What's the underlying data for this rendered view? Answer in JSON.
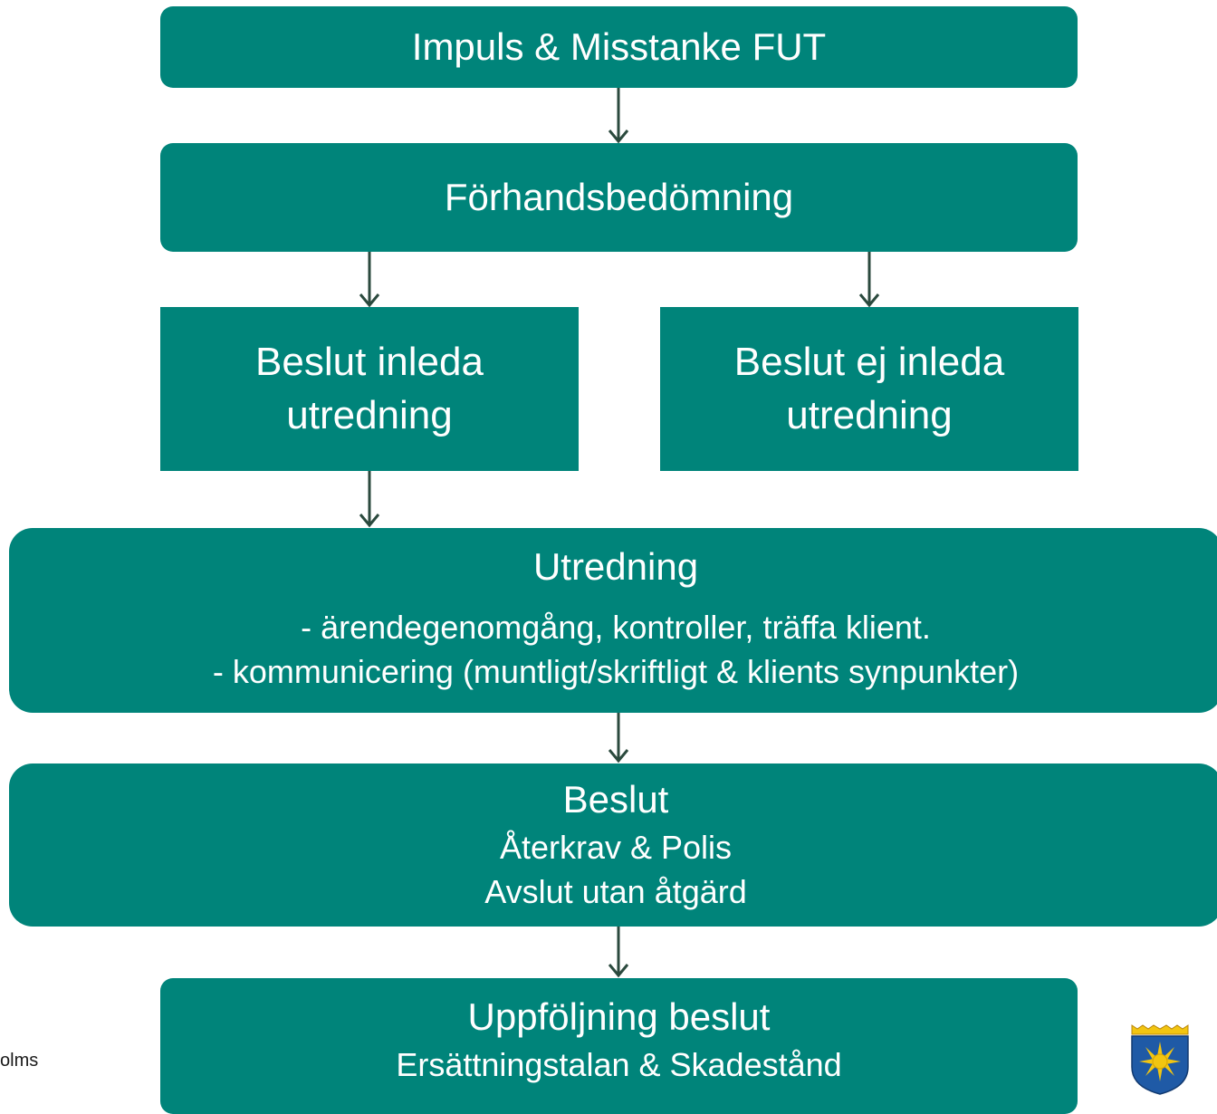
{
  "boxes": {
    "impuls": {
      "title": "Impuls & Misstanke FUT"
    },
    "forhand": {
      "title": "Förhandsbedömning"
    },
    "inleda": {
      "line1": "Beslut inleda",
      "line2": "utredning"
    },
    "ej_inleda": {
      "line1": "Beslut ej inleda",
      "line2": "utredning"
    },
    "utredning": {
      "title": "Utredning",
      "line1": "- ärendegenomgång, kontroller, träffa klient.",
      "line2": "- kommunicering (muntligt/skriftligt & klients synpunkter)"
    },
    "beslut": {
      "title": "Beslut",
      "line1": "Återkrav & Polis",
      "line2": "Avslut utan åtgärd"
    },
    "uppfoljning": {
      "title": "Uppföljning beslut",
      "line1": "Ersättningstalan & Skadestånd"
    }
  },
  "footer": {
    "text": "olms"
  },
  "colors": {
    "box": "#00847a",
    "arrow": "#2b4a3e",
    "crest_blue": "#1f5aa6",
    "crest_gold": "#f2c511"
  },
  "icons": {
    "crest": "municipal-coat-of-arms-icon"
  }
}
